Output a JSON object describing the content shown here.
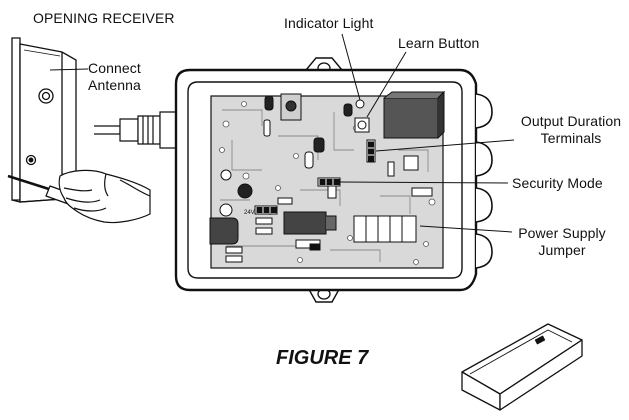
{
  "labels": {
    "opening_receiver": "OPENING RECEIVER",
    "connect_antenna": [
      "Connect",
      "Antenna"
    ],
    "indicator_light": "Indicator Light",
    "learn_button": "Learn Button",
    "output_duration_terminals": [
      "Output Duration",
      "Terminals"
    ],
    "security_mode": "Security Mode",
    "power_supply_jumper": [
      "Power Supply",
      "Jumper"
    ],
    "figure_title": "FIGURE 7"
  },
  "board_markings": {
    "volt_label": "24V"
  },
  "colors": {
    "board": "#d9d9d9",
    "ink": "#111111",
    "paper": "#ffffff"
  }
}
